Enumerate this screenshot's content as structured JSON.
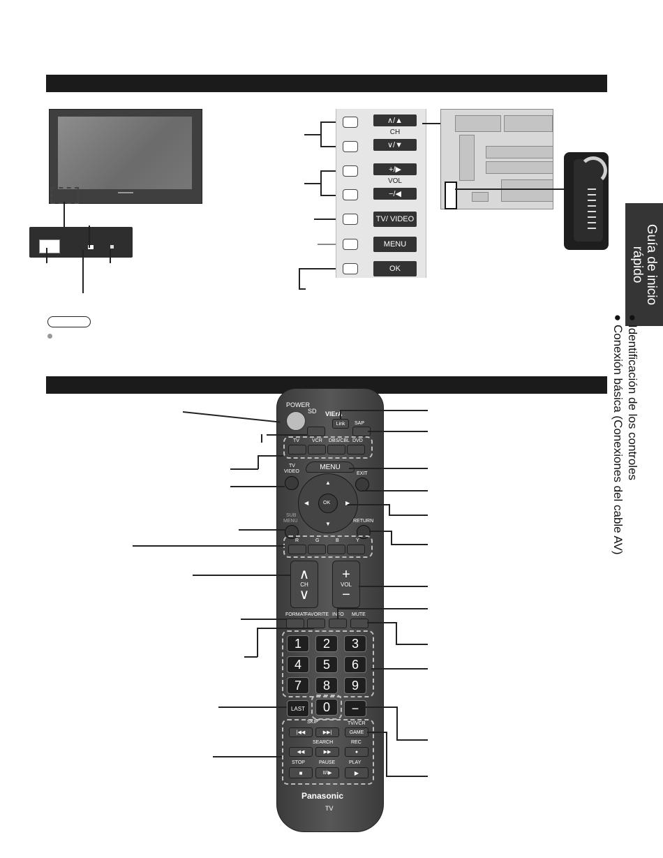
{
  "tab": {
    "line1": "Guía de inicio",
    "line2": "rápido"
  },
  "side": {
    "item1": "Identificación de los controles",
    "item2": "Conexión básica (Conexiones del cable AV)"
  },
  "panel": {
    "ch_symbol": "∧/▲",
    "ch_label": "CH",
    "ch_down": "∨/▼",
    "vol_up": "+/▶",
    "vol_label": "VOL",
    "vol_down": "−/◀",
    "tv_video": "TV/ VIDEO",
    "menu": "MENU",
    "ok": "OK"
  },
  "remote": {
    "power": "POWER",
    "sap": "SAP",
    "viera": "VIErA",
    "link": "Link",
    "tv": "TV",
    "vcr": "VCR",
    "dbs": "DBS/CBL",
    "dvd": "DVD",
    "tvvideo_1": "TV",
    "tvvideo_2": "VIDEO",
    "menu": "MENU",
    "exit": "EXIT",
    "ok": "OK",
    "sub_1": "SUB",
    "sub_2": "MENU",
    "return": "RETURN",
    "r": "R",
    "g": "G",
    "b": "B",
    "y": "Y",
    "ch_up": "∧",
    "ch": "CH",
    "ch_down": "∨",
    "vol_up": "+",
    "vol": "VOL",
    "vol_down": "−",
    "format": "FORMAT",
    "favorite": "FAVORITE",
    "info": "INFO",
    "mute": "MUTE",
    "n1": "1",
    "n2": "2",
    "n3": "3",
    "n4": "4",
    "n5": "5",
    "n6": "6",
    "n7": "7",
    "n8": "8",
    "n9": "9",
    "n0": "0",
    "last": "LAST",
    "dash": "−",
    "skip": "SKIP",
    "tvvcr": "TV/VCR",
    "game": "GAME",
    "search": "SEARCH",
    "rec": "REC",
    "stop": "STOP",
    "pause": "PAUSE",
    "play": "PLAY",
    "brand": "Panasonic",
    "brand_tv": "TV"
  },
  "colors": {
    "bar": "#1b1b1b",
    "tab": "#353535",
    "remote": "#4a4a4a"
  }
}
